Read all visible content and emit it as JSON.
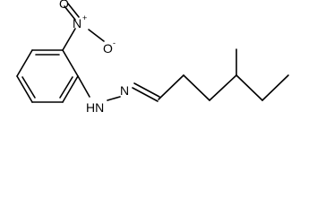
{
  "molecule": {
    "atoms": {
      "n_nitro": "N",
      "n_nitro_charge": "+",
      "o_double": "O",
      "o_single": "O",
      "o_single_charge": "-",
      "nh_hydrazone": "HN",
      "n_imine": "N"
    }
  },
  "colors": {
    "line": "#000000",
    "background": "#ffffff"
  }
}
